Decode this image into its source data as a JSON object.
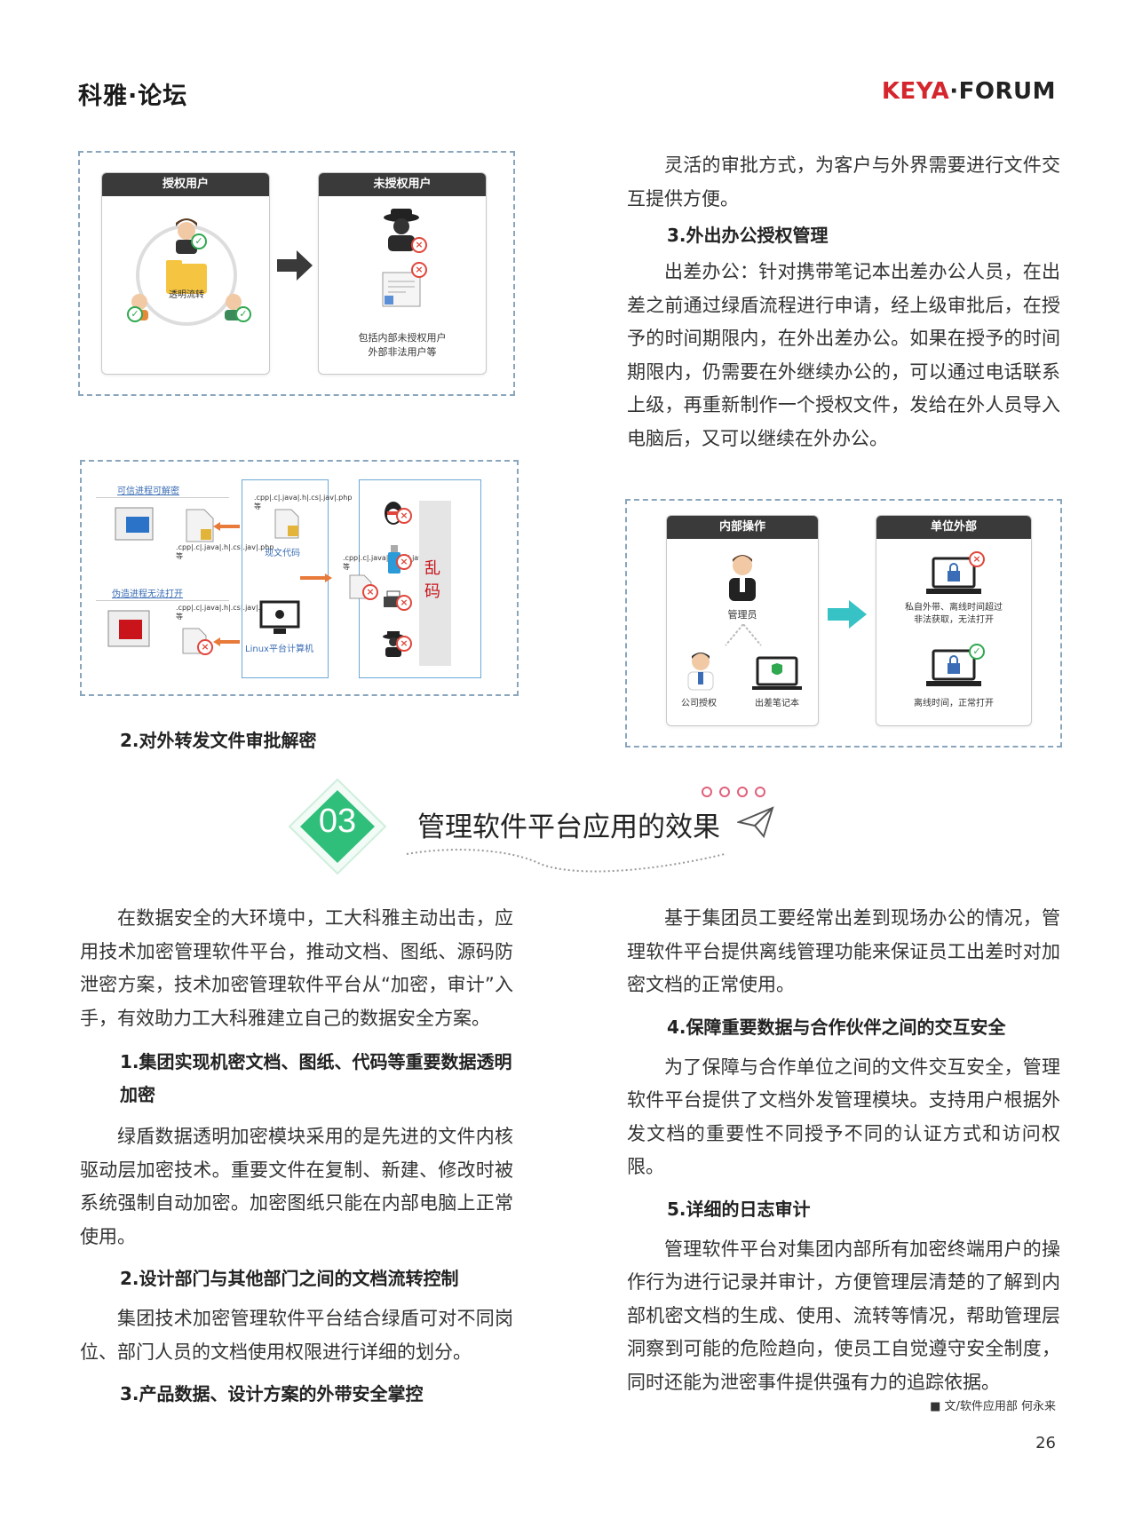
{
  "header": {
    "left": "科雅·论坛",
    "right_brand": "KEYA",
    "right_rest": "·FORUM"
  },
  "fig1": {
    "auth_title": "授权用户",
    "folder_label": "透明流转",
    "unauth_title": "未授权用户",
    "unauth_caption_1": "包括内部未授权用户",
    "unauth_caption_2": "外部非法用户等"
  },
  "fig2": {
    "link_top": "可信进程可解密",
    "link_bottom": "伪造进程无法打开",
    "file_text_a": ".cpp|.c|.java|.h|.cs|.jav|.php等",
    "file_text_b": ".cpp|.c|.java|.h|.cs|.jav|.php等",
    "file_text_c": ".cpp|.c|.java|.h|.cs|.jav|.php等",
    "file_text_d": ".cpp|.c|.java|.h|.cs|.jav|.php等",
    "mid_label": "现文代码",
    "mid_label2": "Linux平台计算机",
    "garble": "乱码"
  },
  "fig3": {
    "inner_title": "内部操作",
    "admin_label": "管理员",
    "company_label": "公司授权",
    "laptop_label": "出差笔记本",
    "outer_title": "单位外部",
    "out1_label_1": "私自外带、离线时间超过",
    "out1_label_2": "非法获取，无法打开",
    "out2_label": "离线时间，正常打开"
  },
  "col_left_top": {
    "heading": "2.对外转发文件审批解密"
  },
  "col_right_top": {
    "para1": "灵活的审批方式，为客户与外界需要进行文件交互提供方便。",
    "heading": "3.外出办公授权管理",
    "para2": "出差办公：针对携带笔记本出差办公人员，在出差之前通过绿盾流程进行申请，经上级审批后，在授予的时间期限内，在外出差办公。如果在授予的时间期限内，仍需要在外继续办公的，可以通过电话联系上级，再重新制作一个授权文件，发给在外人员导入电脑后，又可以继续在外办公。"
  },
  "section": {
    "number": "03",
    "title": "管理软件平台应用的效果"
  },
  "col_left": {
    "para1": "在数据安全的大环境中，工大科雅主动出击，应用技术加密管理软件平台，推动文档、图纸、源码防泄密方案，技术加密管理软件平台从“加密，审计”入手，有效助力工大科雅建立自己的数据安全方案。",
    "h1": "1.集团实现机密文档、图纸、代码等重要数据透明加密",
    "para2": "绿盾数据透明加密模块采用的是先进的文件内核驱动层加密技术。重要文件在复制、新建、修改时被系统强制自动加密。加密图纸只能在内部电脑上正常使用。",
    "h2": "2.设计部门与其他部门之间的文档流转控制",
    "para3": "集团技术加密管理软件平台结合绿盾可对不同岗位、部门人员的文档使用权限进行详细的划分。",
    "h3": "3.产品数据、设计方案的外带安全掌控"
  },
  "col_right": {
    "para1": "基于集团员工要经常出差到现场办公的情况，管理软件平台提供离线管理功能来保证员工出差时对加密文档的正常使用。",
    "h4": "4.保障重要数据与合作伙伴之间的交互安全",
    "para2": "为了保障与合作单位之间的文件交互安全，管理软件平台提供了文档外发管理模块。支持用户根据外发文档的重要性不同授予不同的认证方式和访问权限。",
    "h5": "5.详细的日志审计",
    "para3": "管理软件平台对集团内部所有加密终端用户的操作行为进行记录并审计，方便管理层清楚的了解到内部机密文档的生成、使用、流转等情况，帮助管理层洞察到可能的危险趋向，使员工自觉遵守安全制度，同时还能为泄密事件提供强有力的追踪依据。"
  },
  "credit": "■ 文/软件应用部 何永来",
  "page_number": "26",
  "colors": {
    "accent_green": "#2fbf7a",
    "brand_red": "#d5262d",
    "dash_border": "#8aa6bd"
  }
}
